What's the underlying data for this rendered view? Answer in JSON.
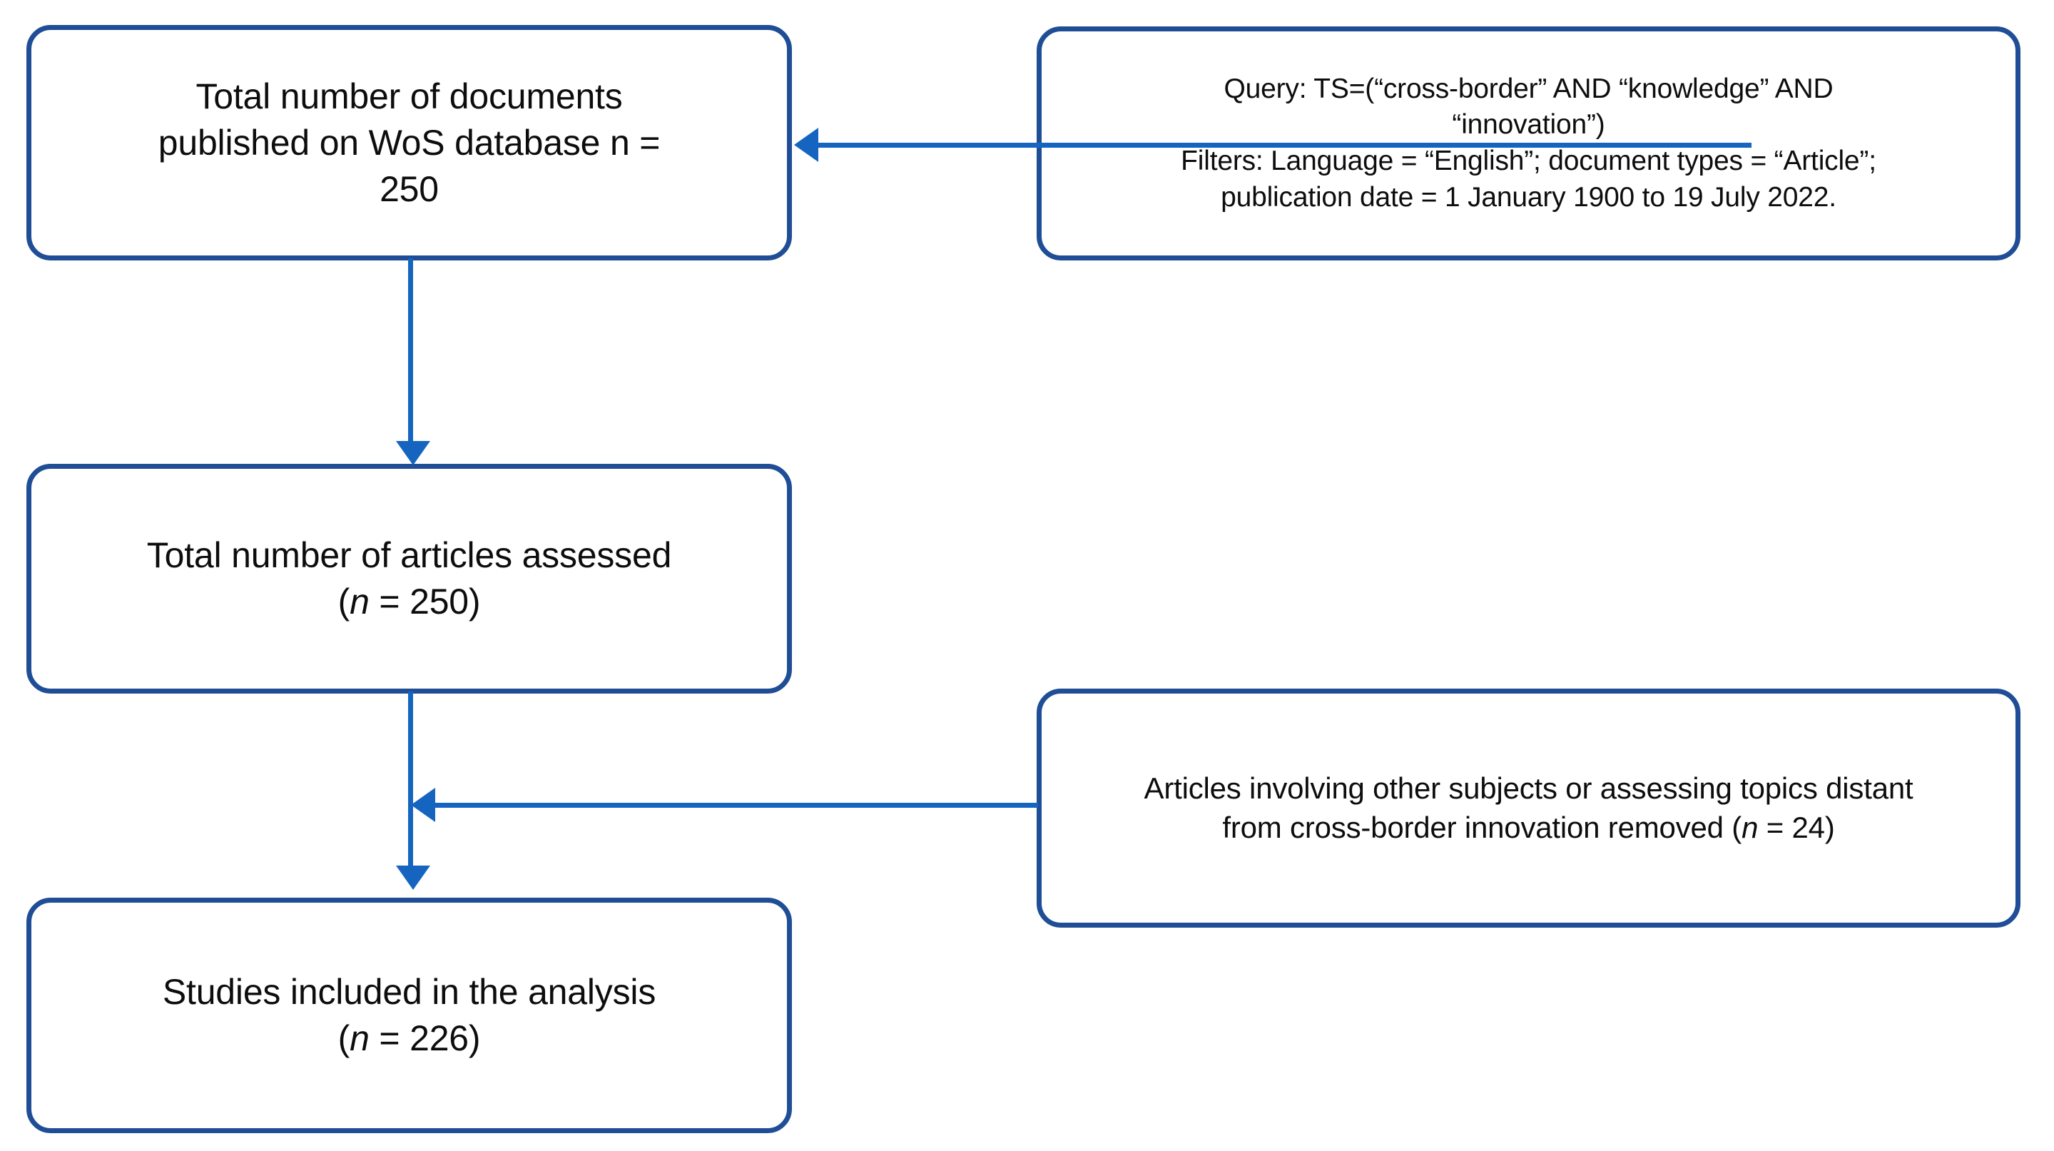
{
  "diagram": {
    "title": "PRISMA-style study selection flow diagram",
    "accent_border_color": "#1F4E96",
    "accent_arrow_color": "#1565C0",
    "background_color": "#FFFFFF",
    "text_color": "#0D0D0D"
  },
  "nodes": {
    "total_documents": {
      "line1": "Total number of documents",
      "line2": "published on WoS database n =",
      "line3": "250"
    },
    "query": {
      "line1": "Query: TS=(“cross-border” AND “knowledge” AND",
      "line2": "“innovation”)",
      "line3": "Filters:  Language = “English”; document types = “Article”;",
      "line4": "publication date = 1 January 1900 to 19 July 2022."
    },
    "articles_assessed": {
      "line1": "Total number of articles assessed",
      "line2_prefix": "(",
      "line2_italic_n": "n",
      "line2_suffix": " = 250)"
    },
    "excluded": {
      "line1": "Articles involving other subjects or assessing topics distant",
      "line2_prefix": "from cross-border innovation removed (",
      "line2_italic_n": "n",
      "line2_suffix": " = 24)"
    },
    "studies_included": {
      "line1": "Studies included in the analysis",
      "line2_prefix": "(",
      "line2_italic_n": "n",
      "line2_suffix": " = 226)"
    }
  },
  "connectors": {
    "documents_to_assessed": "arrow-down",
    "assessed_to_included": "arrow-down",
    "query_to_documents": "arrow-left",
    "excluded_to_flow": "arrow-left"
  },
  "chart_data": {
    "type": "diagram",
    "diagram_kind": "flowchart",
    "title": "Literature screening flow",
    "steps": [
      {
        "id": "total_documents",
        "label": "Total number of documents published on WoS database",
        "n": 250
      },
      {
        "id": "articles_assessed",
        "label": "Total number of articles assessed",
        "n": 250
      },
      {
        "id": "studies_included",
        "label": "Studies included in the analysis",
        "n": 226
      }
    ],
    "annotations": [
      {
        "id": "query",
        "attaches_to": "total_documents",
        "label": "Query: TS=(“cross-border” AND “knowledge” AND “innovation”); Filters:  Language = “English”; document types = “Article”; publication date = 1 January 1900 to 19 July 2022."
      },
      {
        "id": "excluded",
        "attaches_to": "articles_assessed",
        "label": "Articles involving other subjects or assessing topics distant from cross-border innovation removed",
        "n": 24
      }
    ],
    "edges": [
      {
        "from": "total_documents",
        "to": "articles_assessed",
        "direction": "down"
      },
      {
        "from": "articles_assessed",
        "to": "studies_included",
        "direction": "down"
      },
      {
        "from": "query",
        "to": "total_documents",
        "direction": "left"
      },
      {
        "from": "excluded",
        "to": "articles_assessed",
        "direction": "left"
      }
    ]
  }
}
